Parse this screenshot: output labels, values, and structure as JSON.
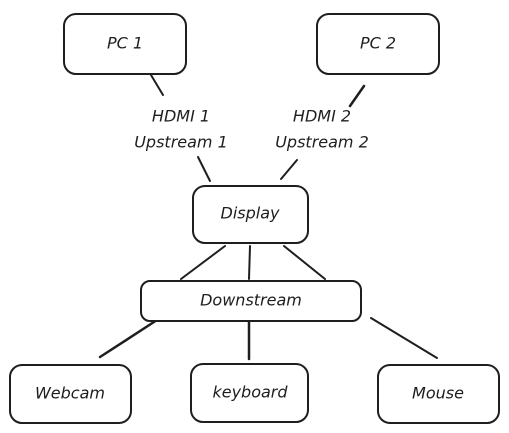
{
  "nodes": {
    "pc1": "PC 1",
    "pc2": "PC 2",
    "display": "Display",
    "downstream": "Downstream",
    "webcam": "Webcam",
    "keyboard": "keyboard",
    "mouse": "Mouse"
  },
  "edge_labels": {
    "pc1_hdmi": "HDMI 1",
    "pc1_upstream": "Upstream 1",
    "pc2_hdmi": "HDMI 2",
    "pc2_upstream": "Upstream 2"
  }
}
